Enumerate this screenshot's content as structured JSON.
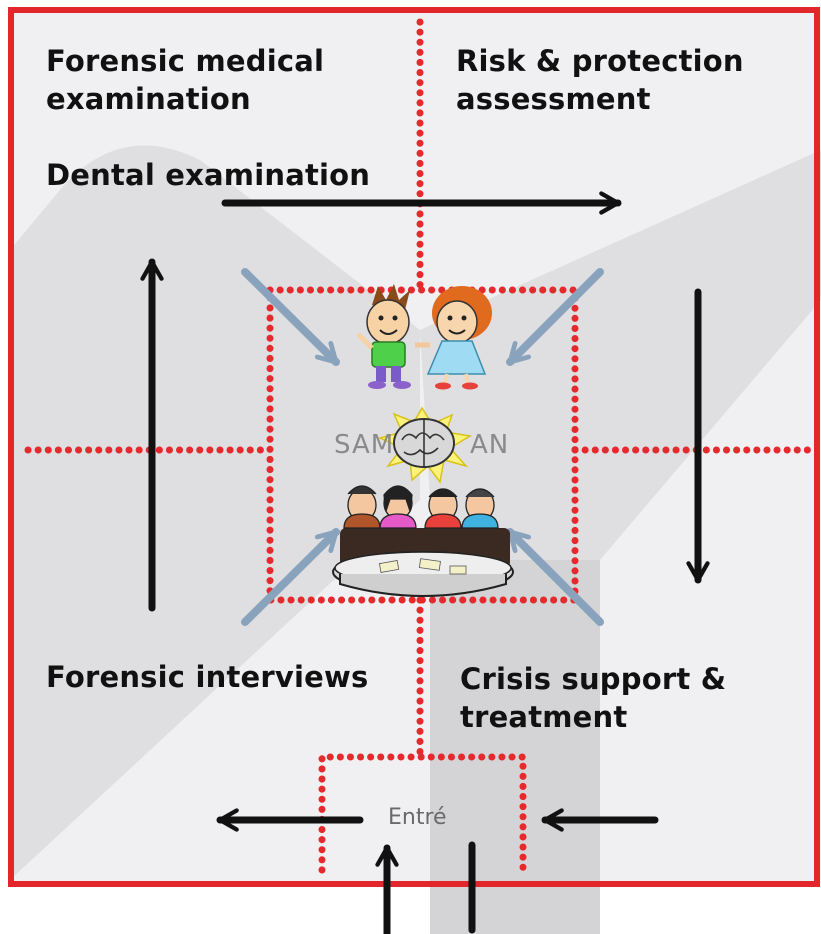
{
  "colors": {
    "frame": "#e2262b",
    "dots": "#e52a2d",
    "background": "#f0f0f2",
    "band": "#dcdcde",
    "arrow": "#111111",
    "inward_arrow": "#8aa3bd"
  },
  "quadrants": {
    "top_left": {
      "line1": "Forensic medical",
      "line2": "examination",
      "extra": "Dental examination"
    },
    "top_right": {
      "line1": "Risk & protection",
      "line2": "assessment"
    },
    "bottom_left": {
      "line1": "Forensic interviews"
    },
    "bottom_right": {
      "line1": "Crisis support &",
      "line2": "treatment"
    }
  },
  "center": {
    "label_left": "SAM",
    "label_right": "AN"
  },
  "entry": {
    "label": "Entré"
  },
  "icons": [
    "children-icon",
    "brain-icon",
    "team-meeting-icon"
  ]
}
